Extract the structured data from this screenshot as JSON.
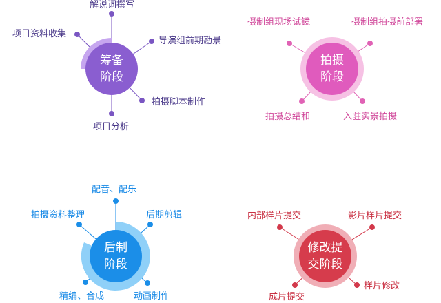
{
  "stages": {
    "prep": {
      "title": "筹备阶段",
      "color": "#8a5ed0",
      "items": [
        "解说词撰写",
        "项目资料收集",
        "导演组前期勘景",
        "拍摄脚本制作",
        "项目分析"
      ]
    },
    "shoot": {
      "title": "拍摄阶段",
      "color": "#e05bbd",
      "items": [
        "摄制组现场试镜",
        "摄制组拍摄前部署",
        "拍摄总结和",
        "入驻实景拍摄"
      ]
    },
    "post": {
      "title": "后制阶段",
      "color": "#1b8ee8",
      "items": [
        "配音、配乐",
        "拍摄资料整理",
        "后期剪辑",
        "精编、合成",
        "动画制作"
      ]
    },
    "revise": {
      "title": "修改提交阶段",
      "color": "#d63c4c",
      "items": [
        "内部样片提交",
        "影片样片提交",
        "成片提交",
        "样片修改"
      ]
    }
  }
}
